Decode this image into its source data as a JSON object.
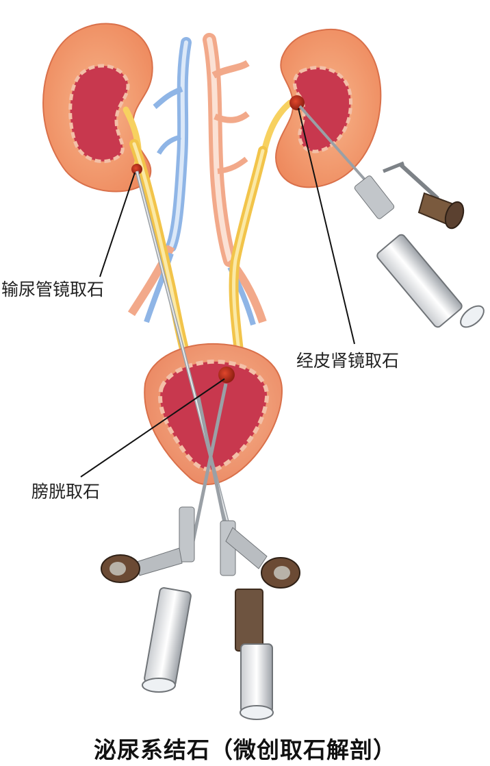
{
  "labels": {
    "ureteroscopy": "输尿管镜取石",
    "pcnl": "经皮肾镜取石",
    "bladder": "膀胱取石"
  },
  "caption": "泌尿系结石（微创取石解剖）"
}
